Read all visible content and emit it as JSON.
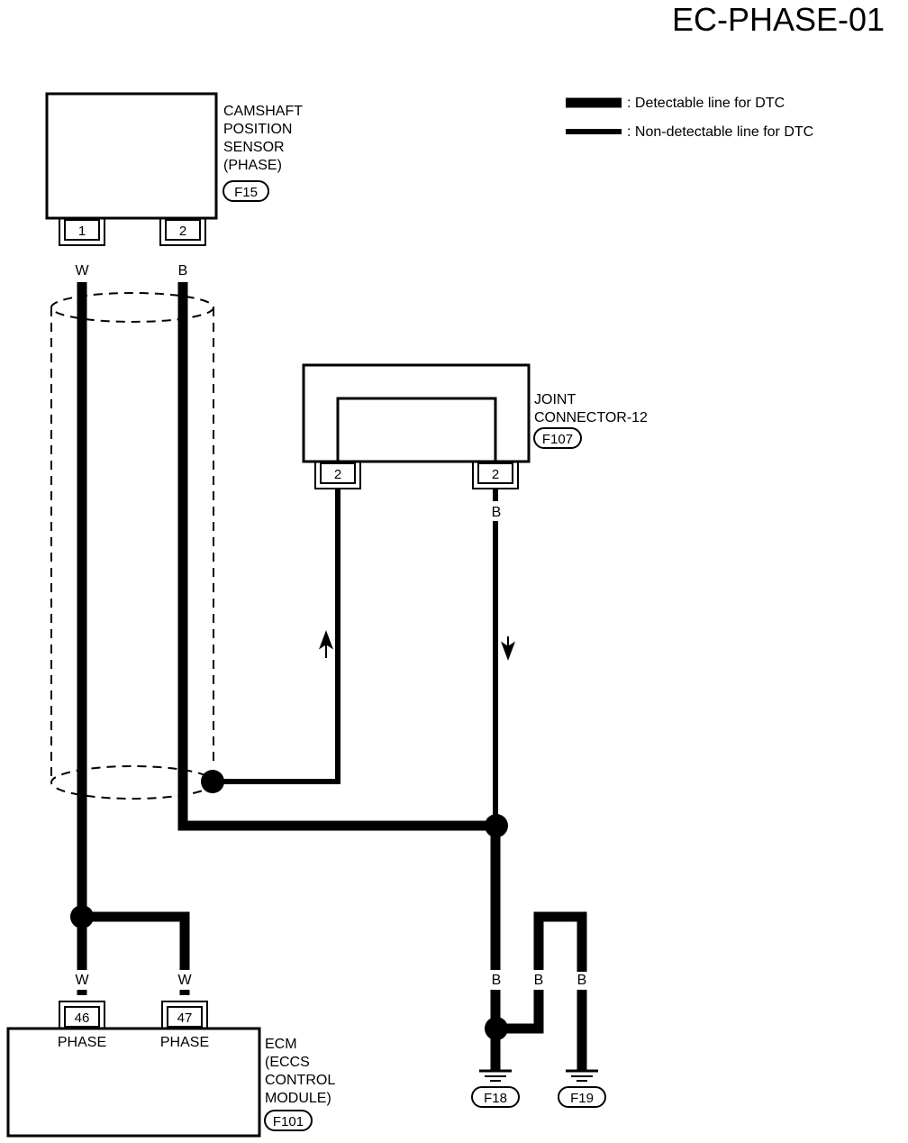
{
  "diagram_id": "EC-PHASE-01",
  "legend": {
    "detectable": ": Detectable line for DTC",
    "non_detectable": ": Non-detectable line for DTC"
  },
  "sensor": {
    "lines": [
      "CAMSHAFT",
      "POSITION",
      "SENSOR",
      "(PHASE)"
    ],
    "connector": "F15",
    "pins": [
      "1",
      "2"
    ],
    "wire_colors": [
      "W",
      "B"
    ]
  },
  "joint": {
    "lines": [
      "JOINT",
      "CONNECTOR-12"
    ],
    "connector": "F107",
    "pins": [
      "2",
      "2"
    ],
    "wire_color": "B"
  },
  "ecm": {
    "lines": [
      "ECM",
      "(ECCS",
      "CONTROL",
      "MODULE)"
    ],
    "connector": "F101",
    "pins": [
      "46",
      "47"
    ],
    "pin_labels": [
      "PHASE",
      "PHASE"
    ],
    "wire_colors": [
      "W",
      "W"
    ]
  },
  "ground": {
    "wire_colors": [
      "B",
      "B",
      "B"
    ],
    "connectors": [
      "F18",
      "F19"
    ]
  }
}
